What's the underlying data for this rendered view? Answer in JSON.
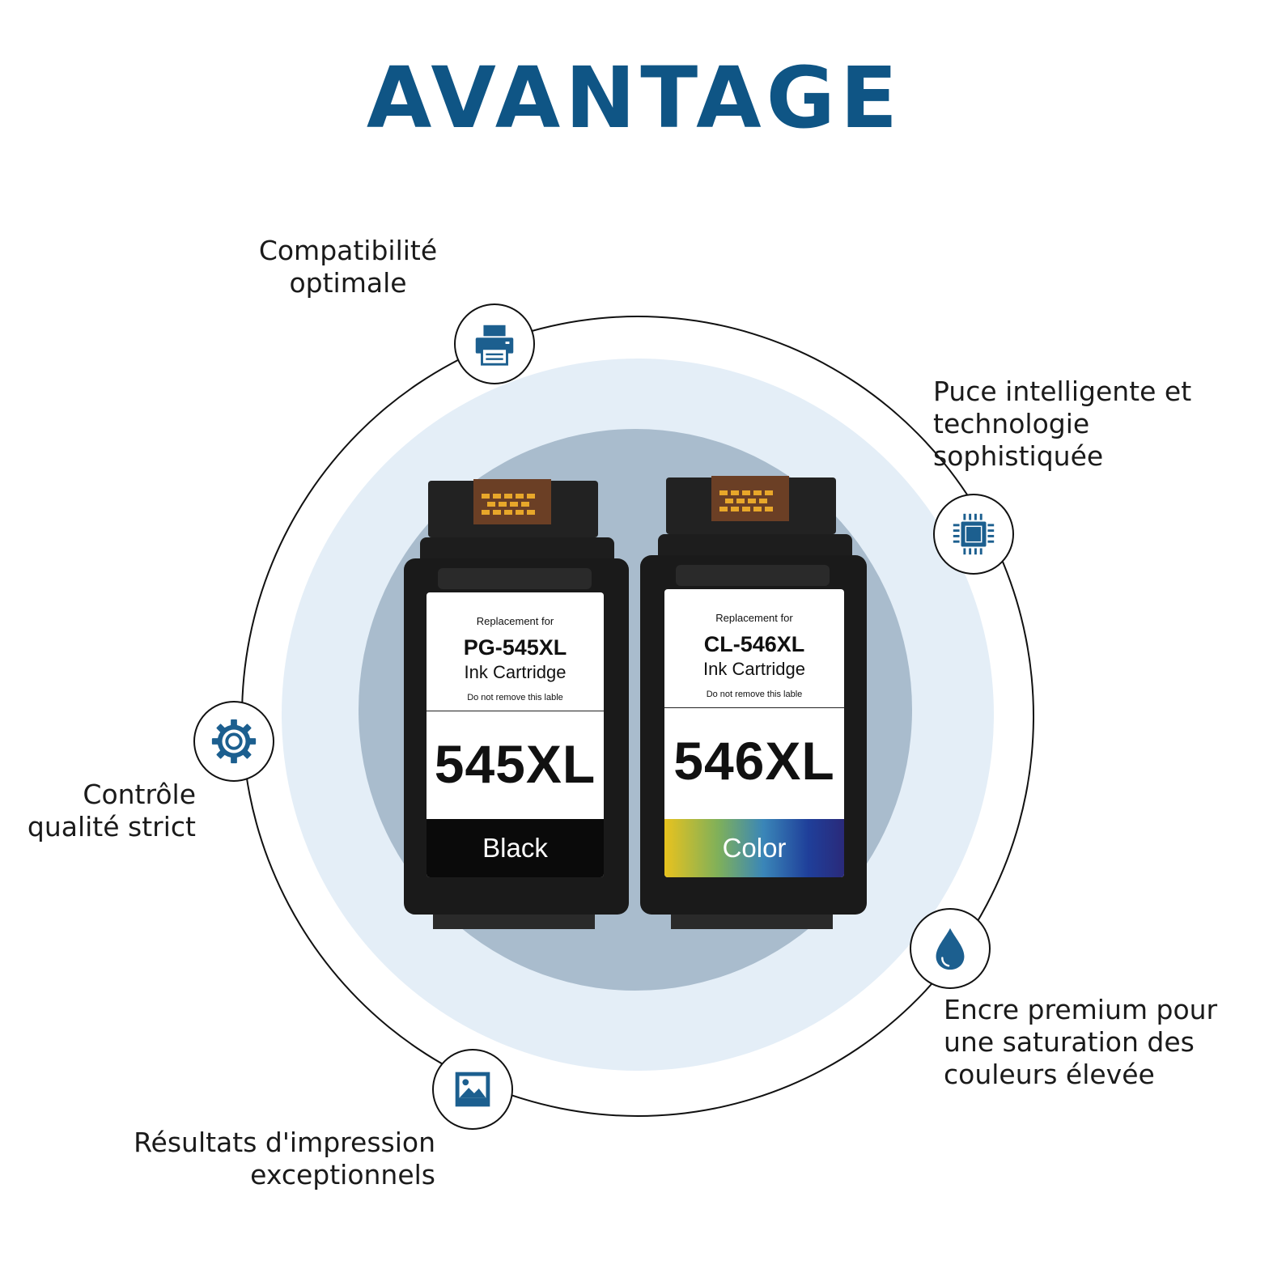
{
  "title": "AVANTAGE",
  "colors": {
    "title": "#0f5585",
    "icon": "#1c5f8f",
    "halo_outer": "#e4eef7",
    "halo_inner": "#a9bccd"
  },
  "features": {
    "compatibility": {
      "line1": "Compatibilité",
      "line2": "optimale",
      "icon": "printer-icon"
    },
    "chip": {
      "line1": "Puce intelligente et",
      "line2": "technologie sophistiquée",
      "icon": "chip-icon"
    },
    "quality": {
      "line1": "Contrôle",
      "line2": "qualité strict",
      "icon": "gear-icon"
    },
    "ink": {
      "line1": "Encre premium pour",
      "line2": "une saturation des",
      "line3": "couleurs élevée",
      "icon": "ink-drop-icon"
    },
    "results": {
      "line1": "Résultats d'impression",
      "line2": "exceptionnels",
      "icon": "image-icon"
    }
  },
  "cartridges": {
    "black": {
      "replacement": "Replacement for",
      "model": "PG-545XL",
      "type": "Ink Cartridge",
      "note": "Do not remove this lable",
      "code": "545XL",
      "band": "Black"
    },
    "color": {
      "replacement": "Replacement for",
      "model": "CL-546XL",
      "type": "Ink Cartridge",
      "note": "Do not remove this lable",
      "code": "546XL",
      "band": "Color"
    }
  }
}
